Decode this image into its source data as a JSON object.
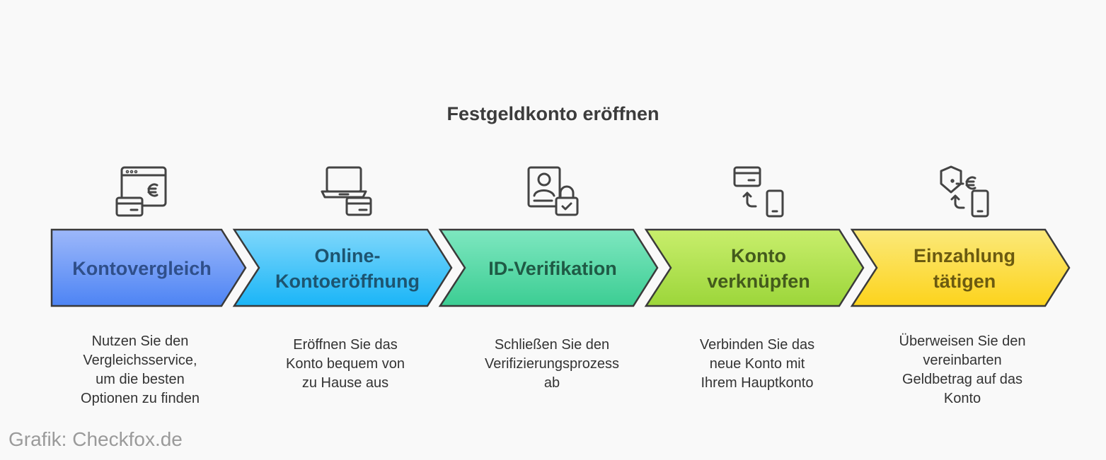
{
  "title": "Festgeldkonto eröffnen",
  "steps": [
    {
      "label": "Kontovergleich",
      "desc": "Nutzen Sie den\nVergleichsservice,\num die besten\nOptionen zu finden",
      "icon": "browser-euro-card-icon",
      "color_top": "#9db8fa",
      "color_bottom": "#4d84f4",
      "text_color": "#2f4f8a"
    },
    {
      "label": "Online-\nKontoeröffnung",
      "desc": "Eröffnen Sie das\nKonto bequem von\nzu Hause aus",
      "icon": "laptop-card-icon",
      "color_top": "#7fd7fb",
      "color_bottom": "#1ab5f7",
      "text_color": "#1d5470"
    },
    {
      "label": "ID-Verifikation",
      "desc": "Schließen Sie den\nVerifizierungsprozess\nab",
      "icon": "id-lock-icon",
      "color_top": "#7ee7c0",
      "color_bottom": "#3ccd93",
      "text_color": "#1f5a45"
    },
    {
      "label": "Konto\nverknüpfen",
      "desc": "Verbinden Sie das\nneue Konto mit\nIhrem Hauptkonto",
      "icon": "card-phone-link-icon",
      "color_top": "#c8ee6c",
      "color_bottom": "#9cd63a",
      "text_color": "#435a1c"
    },
    {
      "label": "Einzahlung\ntätigen",
      "desc": "Überweisen Sie den\nvereinbarten\nGeldbetrag auf das\nKonto",
      "icon": "wallet-euro-phone-icon",
      "color_top": "#fbe97a",
      "color_bottom": "#fcd31c",
      "text_color": "#6b5a10"
    }
  ],
  "credit": "Grafik: Checkfox.de"
}
